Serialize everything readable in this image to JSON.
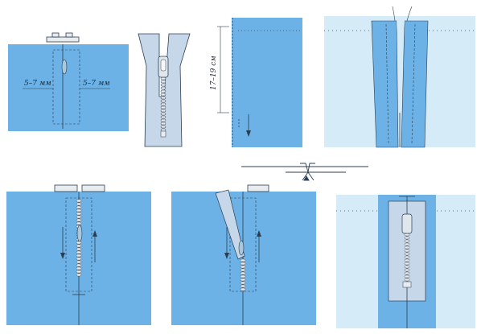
{
  "labels": {
    "seam_allowance_left": "5–7 мм",
    "seam_allowance_right": "5–7 мм",
    "opening_length": "17–19 см"
  },
  "colors": {
    "fabric": "#6cb2e6",
    "fabric_light": "#d6ebf8",
    "fabric_mid": "#a9d1ef",
    "zipper_tape": "#c6d7ea",
    "outline": "#2c3e50",
    "metal": "#e8ecef"
  },
  "icons": [
    "zipper-icon",
    "presser-foot-icon",
    "stitch-arrow-icon"
  ]
}
